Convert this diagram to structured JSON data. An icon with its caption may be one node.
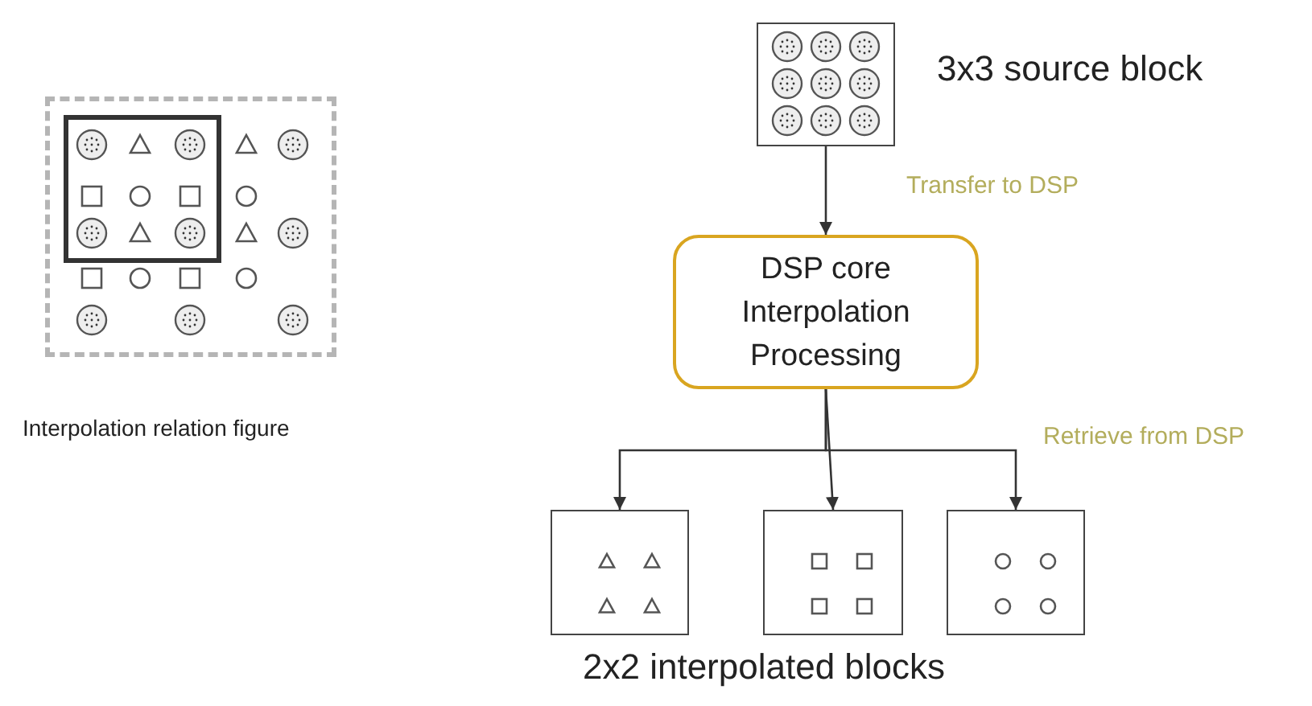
{
  "diagram": {
    "nodes": [
      {
        "text": [],
        "shape": "box",
        "beside": [
          "3x3 source block"
        ]
      },
      {
        "text": [
          "DSP core Interpolation Processing"
        ]
      },
      {
        "text": [],
        "shape": "box"
      },
      {
        "text": [],
        "shape": "box"
      },
      {
        "text": [],
        "shape": "box"
      },
      {
        "text": [],
        "shape": "box",
        "beside": [
          "Interpolation relation figure"
        ]
      }
    ],
    "edges": [
      {
        "from": 0,
        "to": 1,
        "arrow": "to",
        "label": "Transfer to DSP"
      },
      {
        "from": 1,
        "to": 2,
        "arrow": "to"
      },
      {
        "from": 1,
        "to": 3,
        "arrow": "to"
      },
      {
        "from": 1,
        "to": 4,
        "arrow": "to",
        "label": "Retrieve from DSP"
      }
    ],
    "labels": [
      "2x2 interpolated blocks"
    ]
  }
}
